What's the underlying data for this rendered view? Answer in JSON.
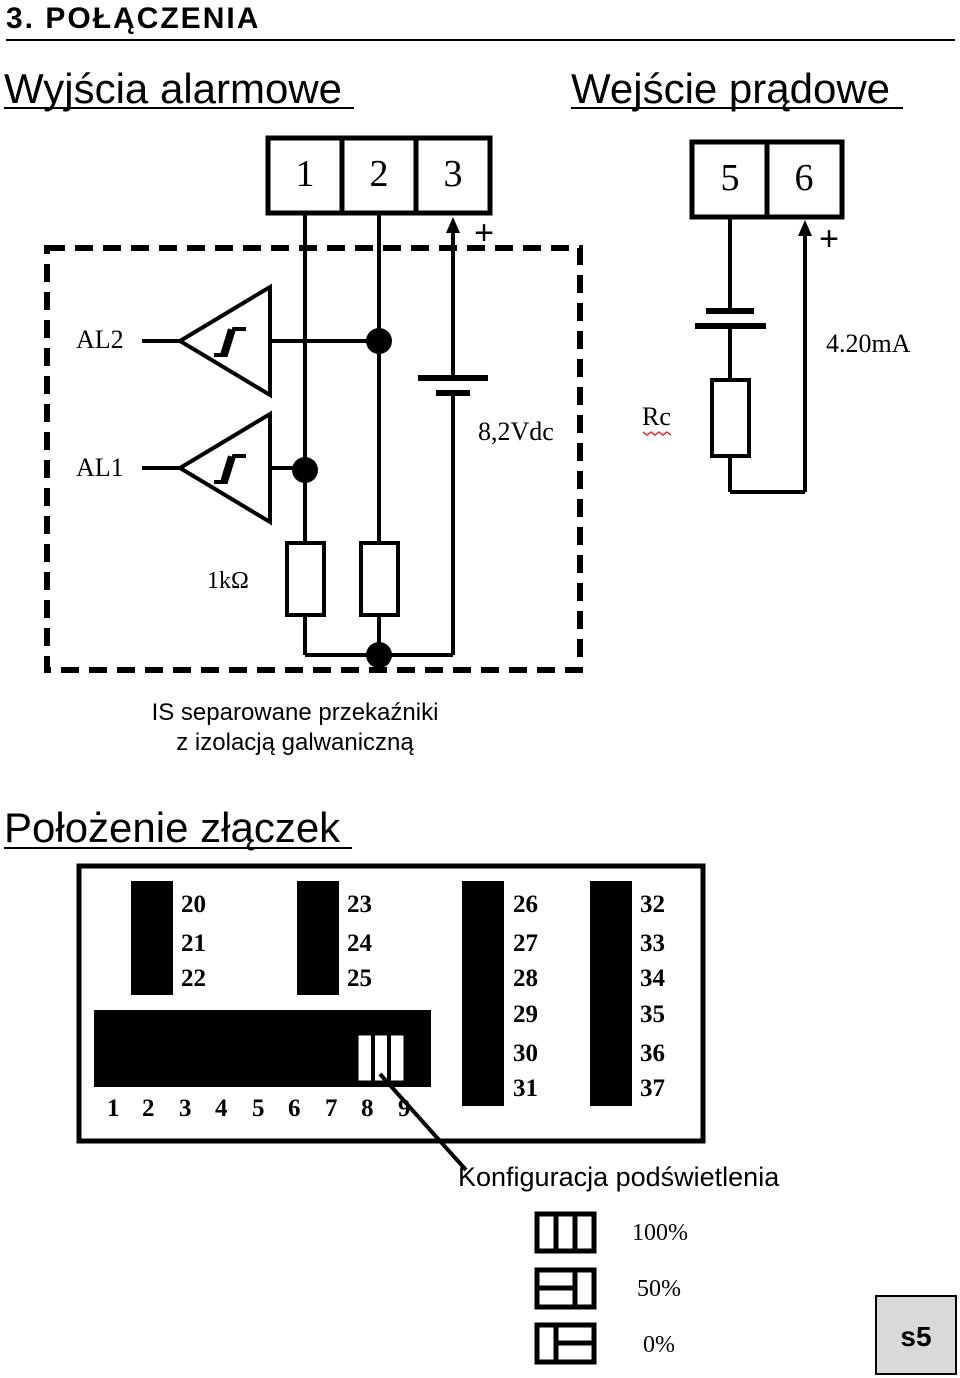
{
  "section": {
    "title": "3. POŁĄCZENIA"
  },
  "headings": {
    "alarm_outputs": "Wyjścia alarmowe",
    "current_input": "Wejście prądowe",
    "connector_layout": "Położenie złączek"
  },
  "alarm_block": {
    "terminals": [
      "1",
      "2",
      "3"
    ],
    "plus_sign": "+",
    "relays": [
      "AL2",
      "AL1"
    ],
    "resistor_label": "1kΩ",
    "supply_label": "8,2Vdc",
    "caption_line1": "IS separowane przekaźniki",
    "caption_line2": "z izolacją galwaniczną"
  },
  "current_block": {
    "terminals": [
      "5",
      "6"
    ],
    "plus_sign": "+",
    "signal_label": "4.20mA",
    "resistor_label": "Rc"
  },
  "connector_panel": {
    "group_a": [
      "20",
      "21",
      "22"
    ],
    "group_b": [
      "23",
      "24",
      "25"
    ],
    "group_c": [
      "26",
      "27",
      "28",
      "29",
      "30",
      "31"
    ],
    "group_d": [
      "32",
      "33",
      "34",
      "35",
      "36",
      "37"
    ],
    "bottom_row": [
      "1",
      "2",
      "3",
      "4",
      "5",
      "6",
      "7",
      "8",
      "9"
    ]
  },
  "backlight": {
    "title": "Konfiguracja podświetlenia",
    "options": [
      "100%",
      "50%",
      "0%"
    ]
  },
  "page_badge": "s5"
}
